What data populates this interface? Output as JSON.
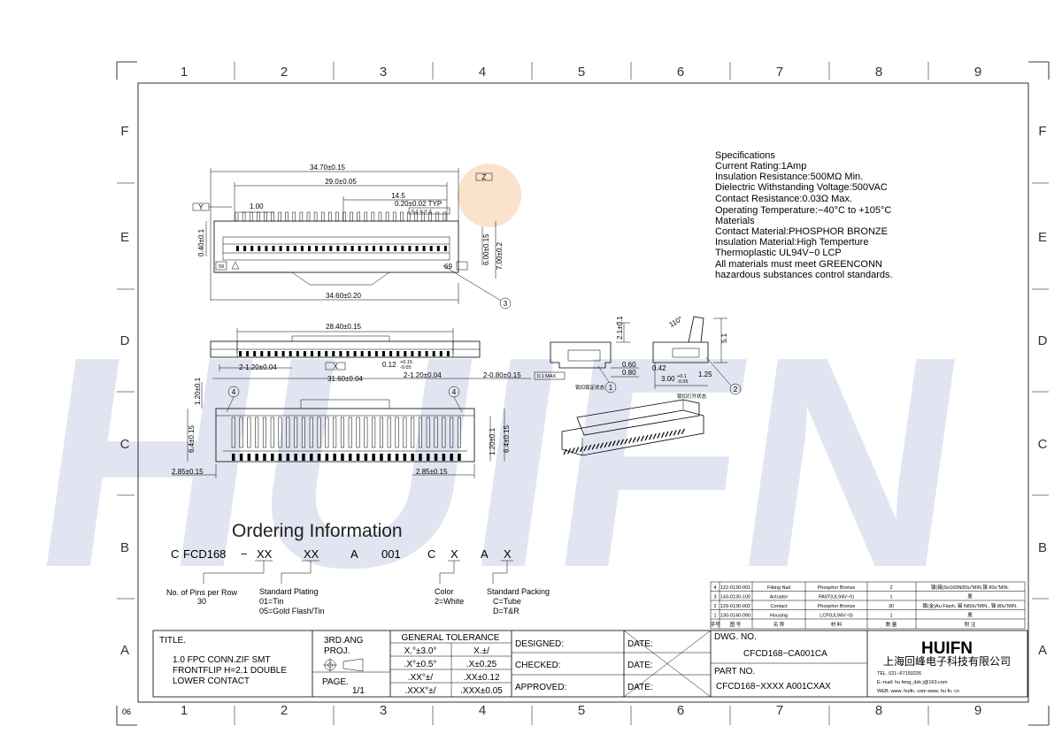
{
  "zones": {
    "columns": [
      "1",
      "2",
      "3",
      "4",
      "5",
      "6",
      "7",
      "8",
      "9"
    ],
    "rows": [
      "F",
      "E",
      "D",
      "C",
      "B",
      "A"
    ],
    "sheet_code": "06"
  },
  "watermark": {
    "text": "HUIFN"
  },
  "dimensions": {
    "top_overall": "34.70±0.15",
    "top_pitch_span": "29.0±0.05",
    "top_half": "14.5",
    "top_pin_width": "0.20±0.02 TYP",
    "top_pin_tol": "0.1 X Y Z",
    "datum_z": "Z",
    "datum_y": "Y",
    "datum_x": "X",
    "pitch": "1.00",
    "left_vert": "0.40±0.1",
    "depth_1": "6.00±0.15",
    "depth_2": "7.00±0.2",
    "bottom_overall": "34.60±0.20",
    "pin_1": "59",
    "pin_2": "69",
    "front_span": "28.40±0.15",
    "front_pitch_l": "2-1.20±0.04",
    "front_small": "0.12",
    "front_small_tol_up": "+0.15",
    "front_small_tol_dn": "-0.05",
    "front_pitch_r": "2-1.20±0.04",
    "front_total": "31.60±0.04",
    "front_tail": "2-0.80±0.15",
    "flat": "0.1 MAX",
    "b_left_vert": "1.20±0.1",
    "b_left_h": "6.4±0.15",
    "b_left_off": "2.85±0.15",
    "b_right_vert": "1.20±0.1",
    "b_right_h": "6.4±0.15",
    "b_right_off": "2.85±0.15",
    "side_h": "2.1±0.1",
    "side_a": "0.60",
    "side_b": "0.80",
    "side_c": "0.42",
    "side_d": "3.00",
    "side_d_up": "+0.1",
    "side_d_dn": "-0.05",
    "side_e": "1.25",
    "side_open_h": "5.1",
    "side_angle": "110°",
    "note_closed": "锁扣锁定状态",
    "note_open": "锁扣打开状态",
    "callout_1": "1",
    "callout_2": "2",
    "callout_3": "3",
    "callout_4": "4"
  },
  "specifications": [
    "Specifications",
    "Current  Rating:1Amp",
    "Insulation  Resistance:500MΩ  Min.",
    "Dielectric  Withstanding  Voltage:500VAC",
    "Contact  Resistance:0.03Ω  Max.",
    "Operating  Temperature:−40°C  to  +105°C",
    "Materials",
    "Contact  Material:PHOSPHOR  BRONZE",
    "Insulation  Material:High  Temperture",
    "Thermoplastic  UL94V−0  LCP",
    "All  materials  must  meet  GREENCONN",
    "hazardous  substances  control  standards."
  ],
  "ordering": {
    "title": "Ordering  Information",
    "code_parts": [
      "C",
      "FCD168",
      "−",
      "XX",
      "XX",
      "A",
      "001",
      "C",
      "X",
      "A",
      "X"
    ],
    "pins_label": "No.  of  Pins  per  Row",
    "pins_value": "30",
    "plating_label": "Standard  Plating",
    "plating_1": "01=Tin",
    "plating_2": "05=Gold  Flash/Tin",
    "color_label": "Color",
    "color_1": "2=White",
    "packing_label": "Standard  Packing",
    "packing_1": "C=Tube",
    "packing_2": "D=T&R"
  },
  "bom": {
    "header": [
      "序号",
      "图  号",
      "名  称",
      "材  料",
      "数  量",
      "附  注"
    ],
    "rows": [
      {
        "no": "4",
        "part": "122-0130-001",
        "name": "Fitting Nail",
        "mat": "Phosphor Bronze",
        "qty": "2",
        "note": "镀(锡)Sn100Ni50u\"MIN,镍 80u\"MIN."
      },
      {
        "no": "3",
        "part": "143-0130-100",
        "name": "Actuator",
        "mat": "PA9T(UL94V−0)",
        "qty": "1",
        "note": "黑"
      },
      {
        "no": "2",
        "part": "129-0130-002",
        "name": "Contact",
        "mat": "Phosphor Bronze",
        "qty": "30",
        "note": "镀(金)Au Flash, 锡 Ni50u\"MIN., 镍 80u\"MIN."
      },
      {
        "no": "1",
        "part": "130-0140-090",
        "name": "Housing",
        "mat": "LCP(UL94V−0)",
        "qty": "1",
        "note": "黑"
      }
    ]
  },
  "title_block": {
    "title_label": "TITLE.",
    "title_1": "1.0  FPC  CONN.ZIF  SMT",
    "title_2": "FRONTFLIP  H=2.1  DOUBLE",
    "title_3": "LOWER  CONTACT",
    "proj_1": "3RD.ANG",
    "proj_2": "PROJ.",
    "page_label": "PAGE.",
    "page_value": "1/1",
    "tol_title": "GENERAL  TOLERANCE",
    "tol": [
      [
        "X.°±3.0°",
        "X.±/"
      ],
      [
        ".X°±0.5°",
        ".X±0.25"
      ],
      [
        ".XX°±/",
        ".XX±0.12"
      ],
      [
        ".XXX°±/",
        ".XXX±0.05"
      ]
    ],
    "designed": "DESIGNED:",
    "checked": "CHECKED:",
    "approved": "APPROVED:",
    "date": "DATE:",
    "dwg_label": "DWG.  NO.",
    "dwg_value": "CFCD168−CA001CA",
    "part_label": "PART  NO.",
    "part_value": "CFCD168−XXXX  A001CXAX",
    "company_logo": "HUIFN",
    "company_cn": "上海回峰电子科技有限公司",
    "tel": "TEL.  021−67150226",
    "email": "E−mail: hu feng_dzk j@163.com",
    "web": "WEB: www. huifn. com   www. hu fn. cn"
  }
}
